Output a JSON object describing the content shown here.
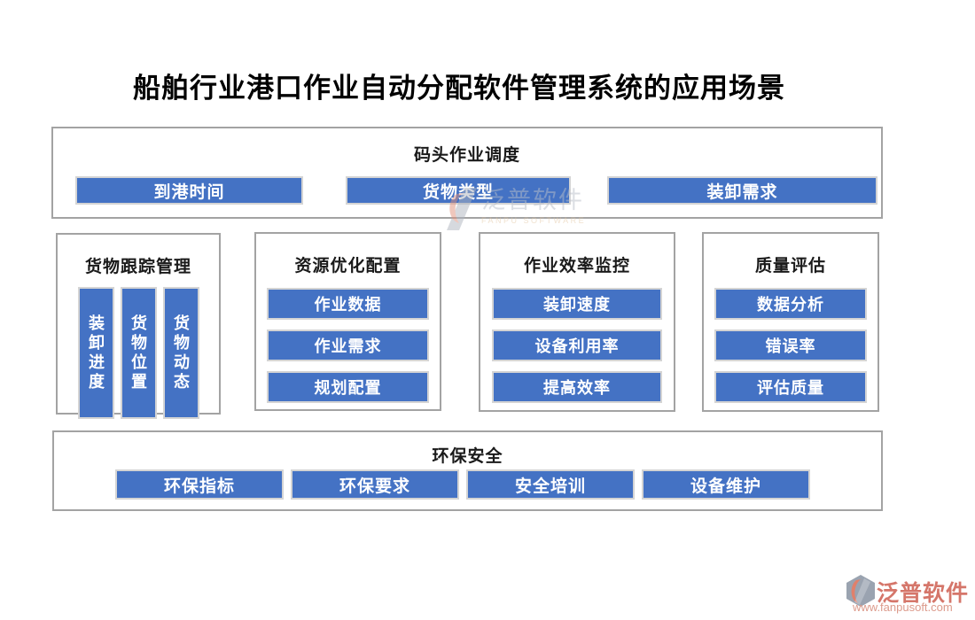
{
  "title": "船舶行业港口作业自动分配软件管理系统的应用场景",
  "colors": {
    "button_blue": "#4472c4",
    "box_border": "#a3a3a3",
    "button_border": "#d4d4d4",
    "logo_gray": "#9aa3b0",
    "logo_red": "#e0806b",
    "logo_text_salmon": "#d5766a"
  },
  "sections": {
    "top": {
      "header": "码头作业调度",
      "buttons": [
        "到港时间",
        "货物类型",
        "装卸需求"
      ]
    },
    "middle": [
      {
        "header": "货物跟踪管理",
        "orientation": "vertical",
        "buttons": [
          "装卸进度",
          "货物位置",
          "货物动态"
        ]
      },
      {
        "header": "资源优化配置",
        "orientation": "horizontal",
        "buttons": [
          "作业数据",
          "作业需求",
          "规划配置"
        ]
      },
      {
        "header": "作业效率监控",
        "orientation": "horizontal",
        "buttons": [
          "装卸速度",
          "设备利用率",
          "提高效率"
        ]
      },
      {
        "header": "质量评估",
        "orientation": "horizontal",
        "buttons": [
          "数据分析",
          "错误率",
          "评估质量"
        ]
      }
    ],
    "bottom": {
      "header": "环保安全",
      "buttons": [
        "环保指标",
        "环保要求",
        "安全培训",
        "设备维护"
      ]
    }
  },
  "watermark": {
    "name": "泛普软件",
    "subtitle": "FANPU SOFTWARE"
  },
  "footer_logo": {
    "name": "泛普软件",
    "url": "www.fanpusoft.com"
  }
}
